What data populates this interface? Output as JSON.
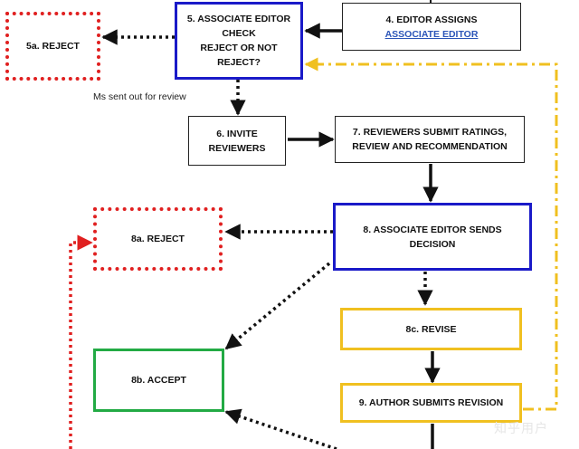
{
  "boxes": {
    "reject_5a": "5a.  REJECT",
    "assoc_editor_check": [
      "5. ASSOCIATE EDITOR",
      "CHECK",
      "REJECT OR NOT",
      "REJECT?"
    ],
    "editor_assigns": [
      "4.  EDITOR ASSIGNS",
      "ASSOCIATE   EDITOR"
    ],
    "invite_reviewers": [
      "6.  INVITE",
      "REVIEWERS"
    ],
    "reviewers_submit": [
      "7. REVIEWERS SUBMIT RATINGS,",
      "REVIEW AND RECOMMENDATION"
    ],
    "reject_8a": "8a. REJECT",
    "assoc_editor_sends": [
      "8.  ASSOCIATE EDITOR SENDS",
      "DECISION"
    ],
    "revise_8c": "8c.  REVISE",
    "accept_8b": "8b.  ACCEPT",
    "author_submits": "9.  AUTHOR SUBMITS REVISION"
  },
  "notes": {
    "ms_sent_out": "Ms sent out for review"
  },
  "watermark": "知乎用户",
  "colors": {
    "blue": "#1a1ac8",
    "gold": "#f0c020",
    "green": "#22aa44",
    "red": "#e02020",
    "black": "#111111"
  }
}
